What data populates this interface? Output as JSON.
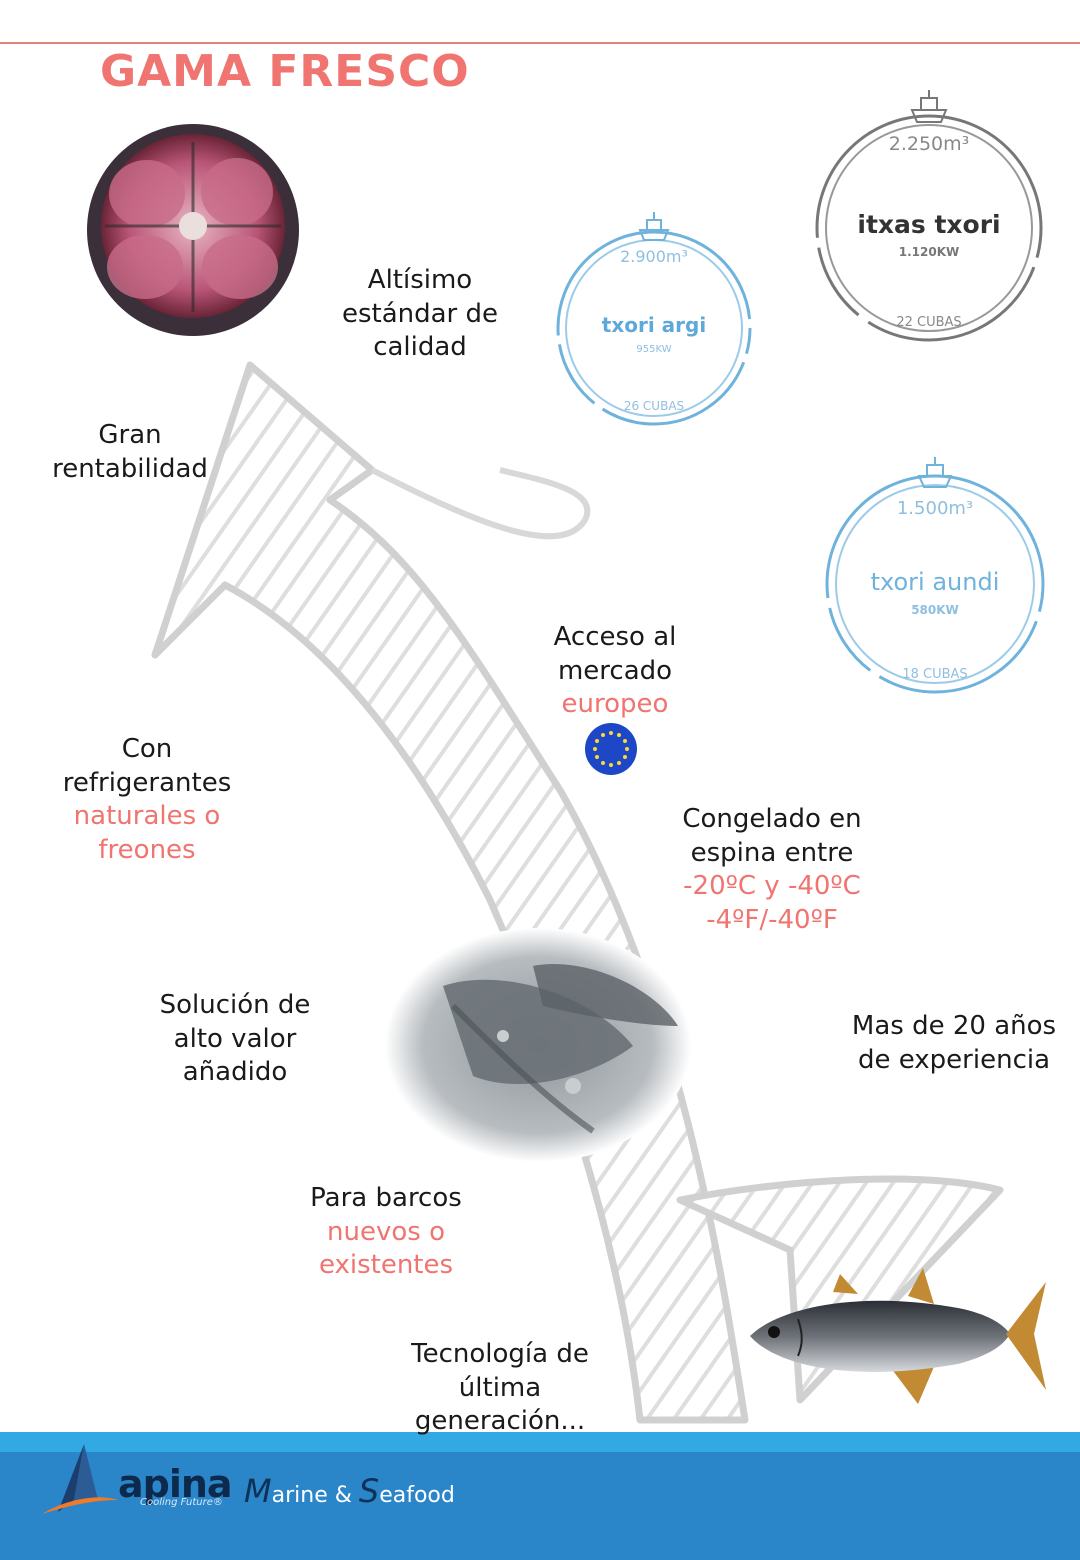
{
  "page": {
    "title": "GAMA FRESCO",
    "accent_color": "#f07470"
  },
  "features": {
    "quality": [
      "Altísimo",
      "estándar de",
      "calidad"
    ],
    "profitability": [
      "Gran",
      "rentabilidad"
    ],
    "market_access": {
      "lines": [
        "Acceso al",
        "mercado"
      ],
      "highlight": "europeo"
    },
    "refrigerants": {
      "lines": [
        "Con",
        "refrigerantes"
      ],
      "highlight": [
        "naturales o",
        "freones"
      ]
    },
    "freezing": {
      "lines": [
        "Congelado en",
        "espina entre"
      ],
      "highlight": [
        "-20ºC y -40ºC",
        "-4ºF/-40ºF"
      ]
    },
    "value_added": [
      "Solución de",
      "alto valor",
      "añadido"
    ],
    "experience": [
      "Mas de 20 años",
      "de experiencia"
    ],
    "vessels": {
      "lines": [
        "Para barcos"
      ],
      "highlight": [
        "nuevos o",
        "existentes"
      ]
    },
    "technology": [
      "Tecnología de",
      "última",
      "generación..."
    ]
  },
  "vessels": [
    {
      "name": "itxas txori",
      "volume": "2.250m³",
      "power": "1.120KW",
      "tanks": "22 CUBAS",
      "color": "#666666"
    },
    {
      "name": "txori argi",
      "volume": "2.900m³",
      "power": "955KW",
      "tanks": "26 CUBAS",
      "color": "#6fb3dd"
    },
    {
      "name": "txori aundi",
      "volume": "1.500m³",
      "power": "580KW",
      "tanks": "18 CUBAS",
      "color": "#6fb3dd"
    }
  ],
  "icons": {
    "vessel": "ship-icon",
    "eu": "eu-flag-icon",
    "tuna_cross_section": "tuna-section-photo",
    "frozen_fish": "frozen-fish-photo",
    "tuna": "yellowfin-tuna-illustration"
  },
  "footer": {
    "brand": "apina",
    "tagline": "Cooling Future®",
    "division_parts": [
      "M",
      "arine & ",
      "S",
      "eafood"
    ],
    "band_color": "#2a86c9",
    "stripe_color": "#33a9e4"
  }
}
